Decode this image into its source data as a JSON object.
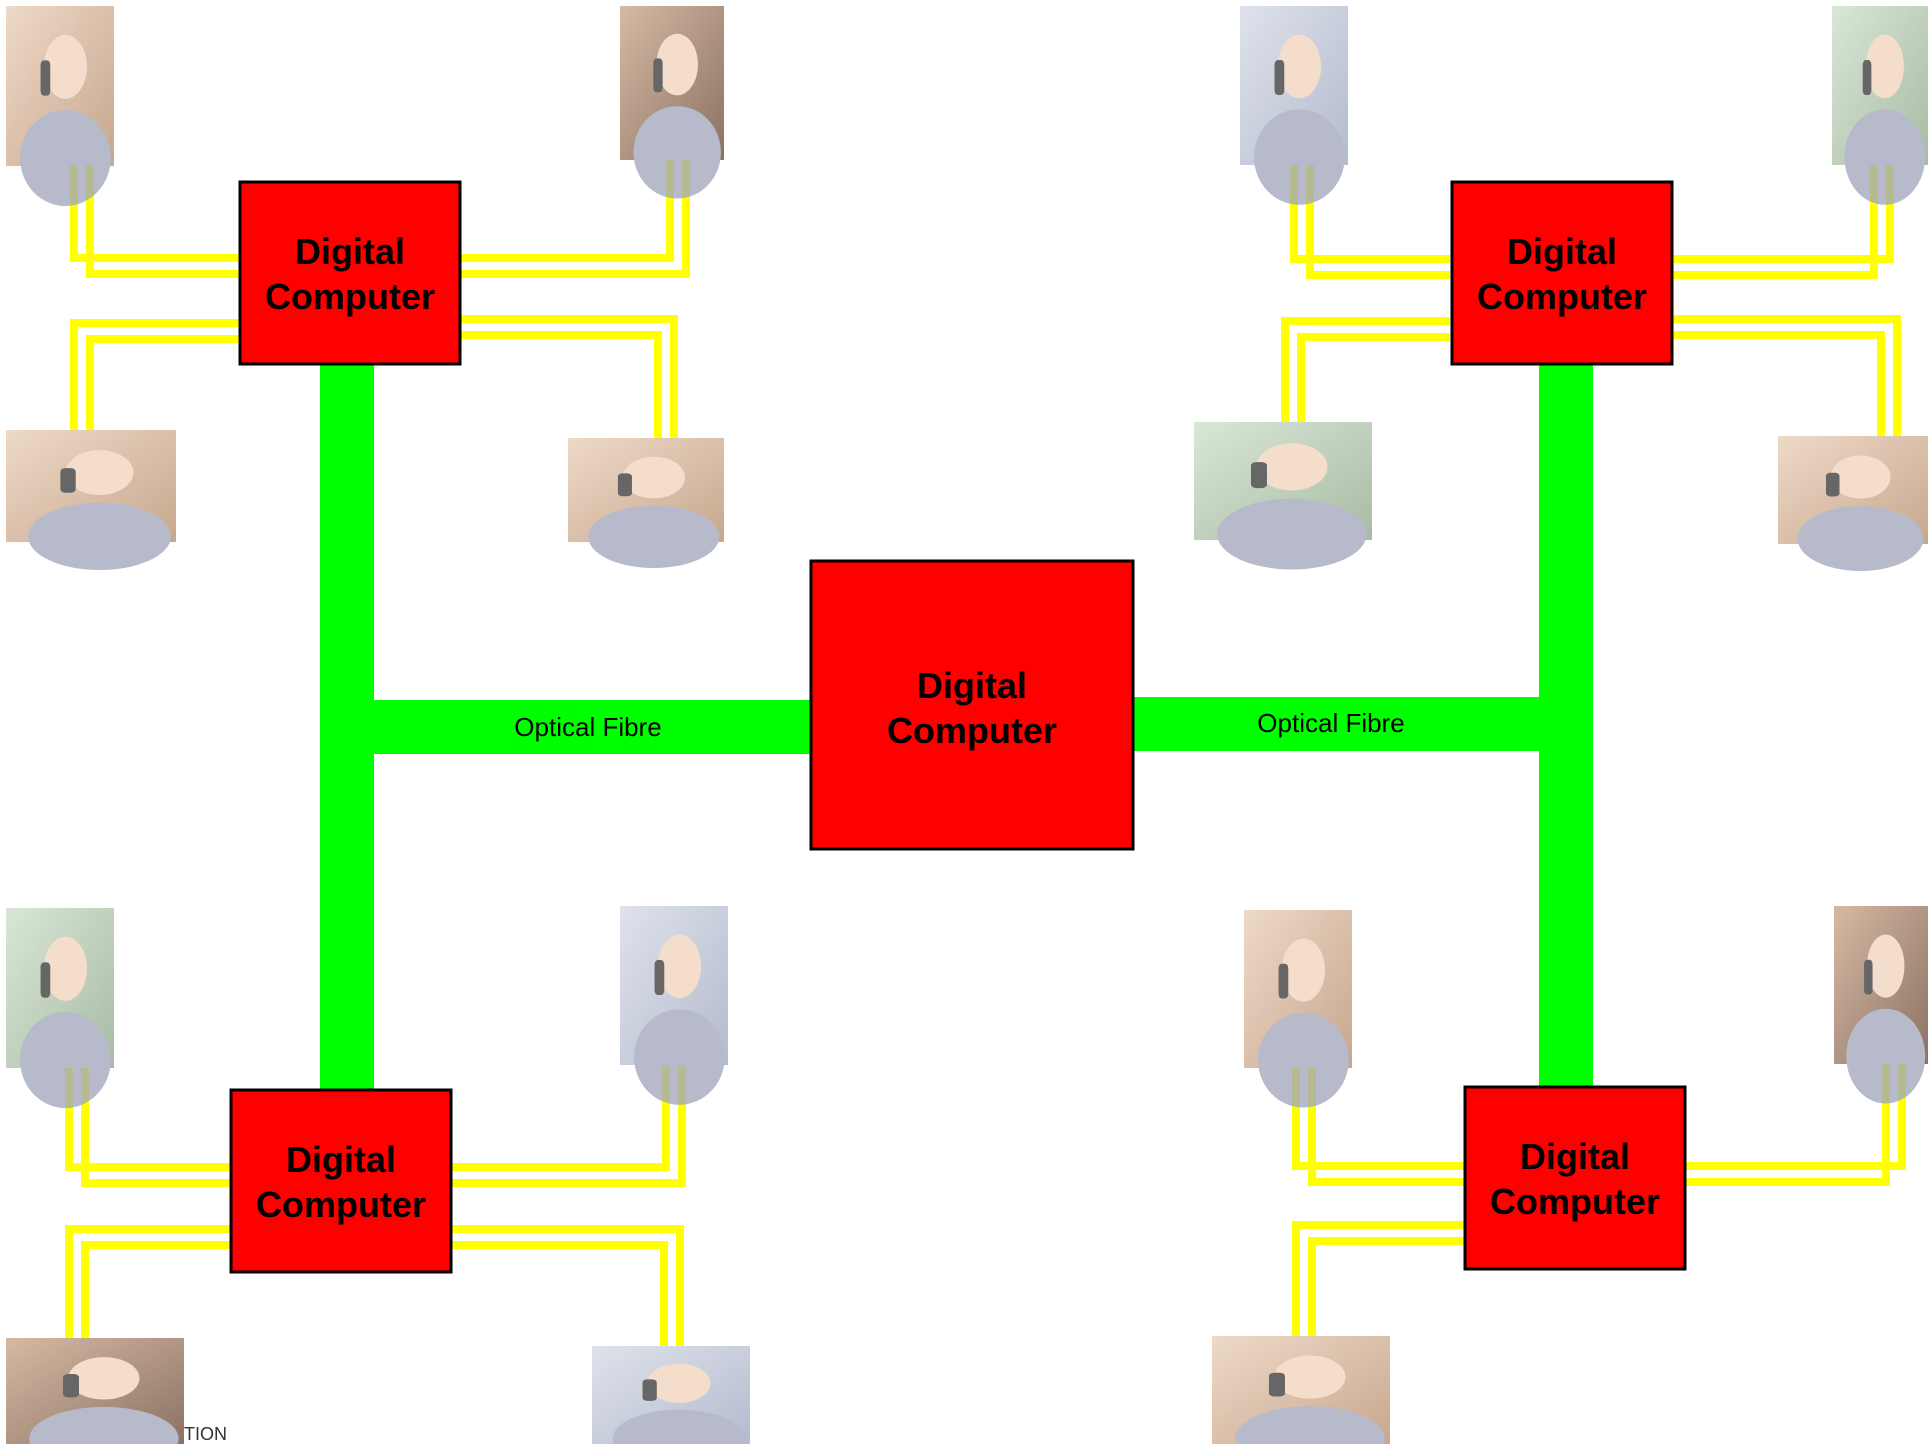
{
  "colors": {
    "computer_fill": "#ff0000",
    "computer_border": "#000000",
    "fibre": "#00ff00",
    "phone_line": "#ffff00",
    "background": "#ffffff"
  },
  "computers": [
    {
      "id": "top-left",
      "label": [
        "Digital",
        "Computer"
      ]
    },
    {
      "id": "top-right",
      "label": [
        "Digital",
        "Computer"
      ]
    },
    {
      "id": "center",
      "label": [
        "Digital",
        "Computer"
      ]
    },
    {
      "id": "bottom-left",
      "label": [
        "Digital",
        "Computer"
      ]
    },
    {
      "id": "bottom-right",
      "label": [
        "Digital",
        "Computer"
      ]
    }
  ],
  "fibre_links": [
    {
      "id": "left",
      "label": "Optical Fibre"
    },
    {
      "id": "right",
      "label": "Optical Fibre"
    }
  ],
  "phone_users": [
    {
      "id": "tl-1",
      "icon": "person-on-phone-photo"
    },
    {
      "id": "tl-2",
      "icon": "person-on-phone-photo"
    },
    {
      "id": "tl-3",
      "icon": "person-on-phone-photo"
    },
    {
      "id": "tl-4",
      "icon": "person-on-phone-photo"
    },
    {
      "id": "tr-1",
      "icon": "person-on-phone-photo"
    },
    {
      "id": "tr-2",
      "icon": "person-on-phone-photo"
    },
    {
      "id": "tr-3",
      "icon": "person-on-phone-photo"
    },
    {
      "id": "tr-4",
      "icon": "person-on-phone-photo"
    },
    {
      "id": "bl-1",
      "icon": "person-on-phone-photo"
    },
    {
      "id": "bl-2",
      "icon": "person-on-phone-photo"
    },
    {
      "id": "bl-3",
      "icon": "person-on-phone-photo"
    },
    {
      "id": "bl-4",
      "icon": "person-on-phone-photo"
    },
    {
      "id": "br-1",
      "icon": "person-on-phone-photo"
    },
    {
      "id": "br-2",
      "icon": "person-on-phone-photo"
    },
    {
      "id": "br-3",
      "icon": "person-on-phone-photo"
    }
  ],
  "corner_text": "TION"
}
